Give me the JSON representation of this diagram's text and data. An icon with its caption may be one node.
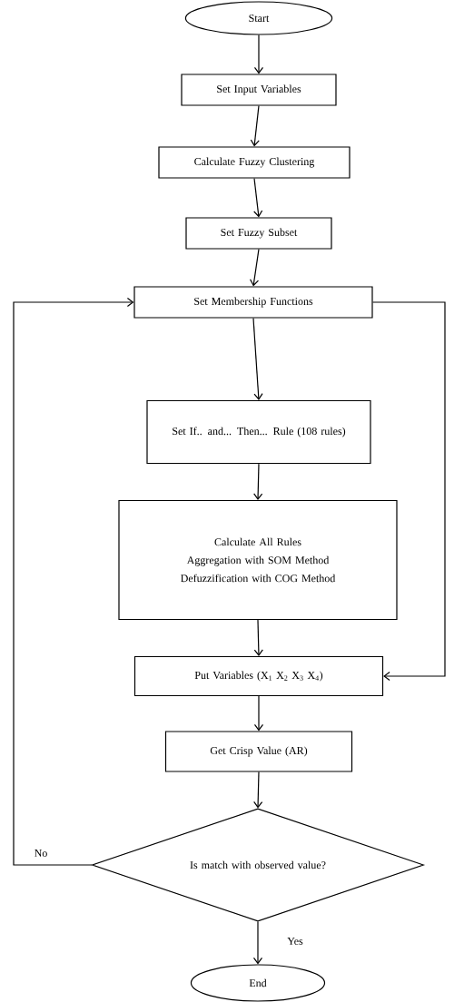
{
  "diagram": {
    "nodes": [
      {
        "text": [
          "Start"
        ]
      },
      {
        "text": [
          "Set Input Variables"
        ]
      },
      {
        "text": [
          "Calculate Fuzzy Clustering"
        ]
      },
      {
        "text": [
          "Set Fuzzy Subset"
        ]
      },
      {
        "text": [
          "Set Membership Functions"
        ]
      },
      {
        "text": [
          "Set If.. and... Then... Rule (108 rules)"
        ]
      },
      {
        "text": [
          "Calculate All Rules",
          "Aggregation with SOM Method",
          "Defuzzification with COG Method"
        ]
      },
      {
        "text": [
          "Put Variables (X$_{1}$ X$_{2}$ X$_{3}$ X$_{4}$)"
        ]
      },
      {
        "text": [
          "Get Crisp Value (AR)"
        ]
      },
      {
        "text": [
          "Is match with observed value?"
        ]
      },
      {
        "text": [
          "End"
        ]
      }
    ],
    "edges": [
      {
        "from": 0,
        "to": 1,
        "arrow": "to"
      },
      {
        "from": 1,
        "to": 2,
        "arrow": "to"
      },
      {
        "from": 2,
        "to": 3,
        "arrow": "to"
      },
      {
        "from": 3,
        "to": 4,
        "arrow": "to"
      },
      {
        "from": 4,
        "to": 5,
        "arrow": "to"
      },
      {
        "from": 5,
        "to": 6,
        "arrow": "to"
      },
      {
        "from": 6,
        "to": 7,
        "arrow": "to"
      },
      {
        "from": 7,
        "to": 8,
        "arrow": "to"
      },
      {
        "from": 8,
        "to": 9,
        "arrow": "to"
      },
      {
        "from": 9,
        "to": 10,
        "label": "Yes",
        "arrow": "to"
      },
      {
        "from": 9,
        "to": 4,
        "label": "No",
        "arrow": "to"
      },
      {
        "from": 4,
        "to": 7,
        "arrow": "to"
      }
    ]
  }
}
